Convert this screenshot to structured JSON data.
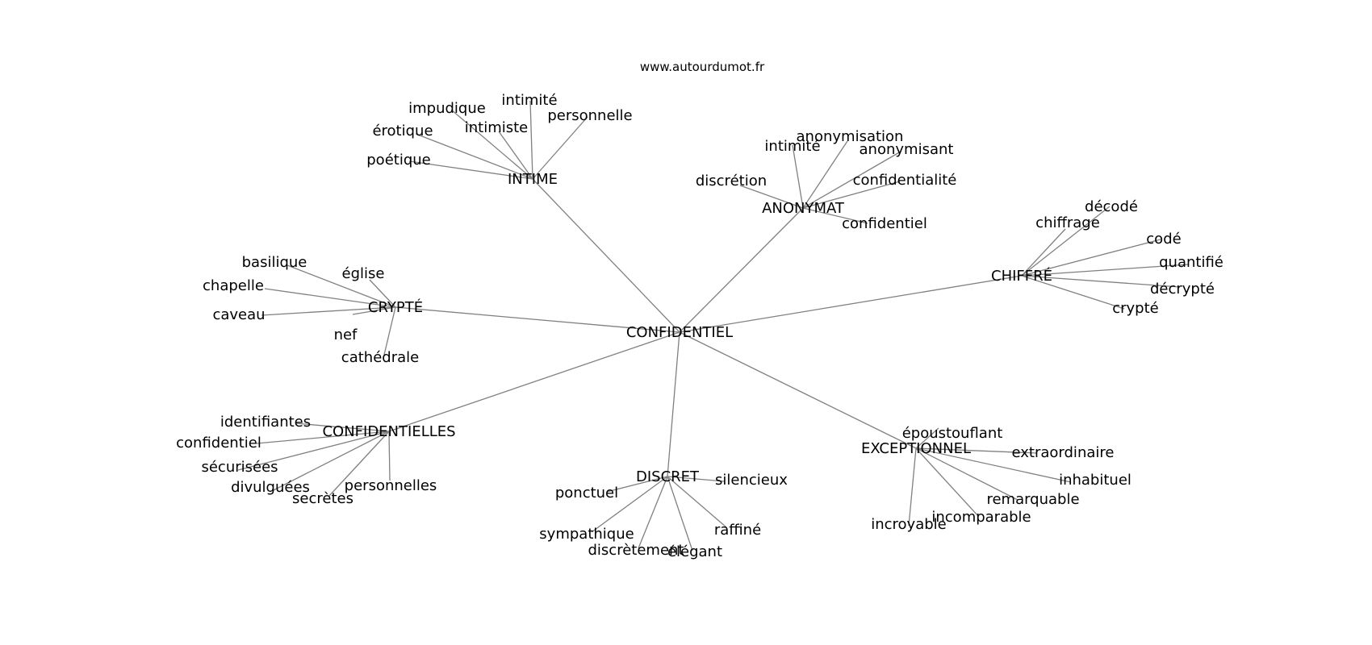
{
  "source": "www.autourdumot.fr",
  "colors": {
    "edge": "#808080",
    "text": "#000000",
    "background": "#ffffff"
  },
  "graph": {
    "center": "CONFIDENTIEL",
    "clusters": [
      {
        "hub": "INTIME",
        "leaves": [
          "intimité",
          "impudique",
          "intimiste",
          "personnelle",
          "érotique",
          "poétique"
        ]
      },
      {
        "hub": "ANONYMAT",
        "leaves": [
          "anonymisation",
          "intimité",
          "anonymisant",
          "discrétion",
          "confidentialité",
          "confidentiel"
        ]
      },
      {
        "hub": "CHIFFRÉ",
        "leaves": [
          "décodé",
          "chiffrage",
          "codé",
          "quantifié",
          "décrypté",
          "crypté"
        ]
      },
      {
        "hub": "CRYPTÉ",
        "leaves": [
          "basilique",
          "église",
          "chapelle",
          "caveau",
          "nef",
          "cathédrale"
        ]
      },
      {
        "hub": "CONFIDENTIELLES",
        "leaves": [
          "identifiantes",
          "confidentiel",
          "sécurisées",
          "divulguées",
          "secrètes",
          "personnelles"
        ]
      },
      {
        "hub": "DISCRET",
        "leaves": [
          "silencieux",
          "ponctuel",
          "sympathique",
          "discrètement",
          "élégant",
          "raffiné"
        ]
      },
      {
        "hub": "EXCEPTIONNEL",
        "leaves": [
          "époustouflant",
          "extraordinaire",
          "inhabituel",
          "remarquable",
          "incomparable",
          "incroyable"
        ]
      }
    ]
  }
}
